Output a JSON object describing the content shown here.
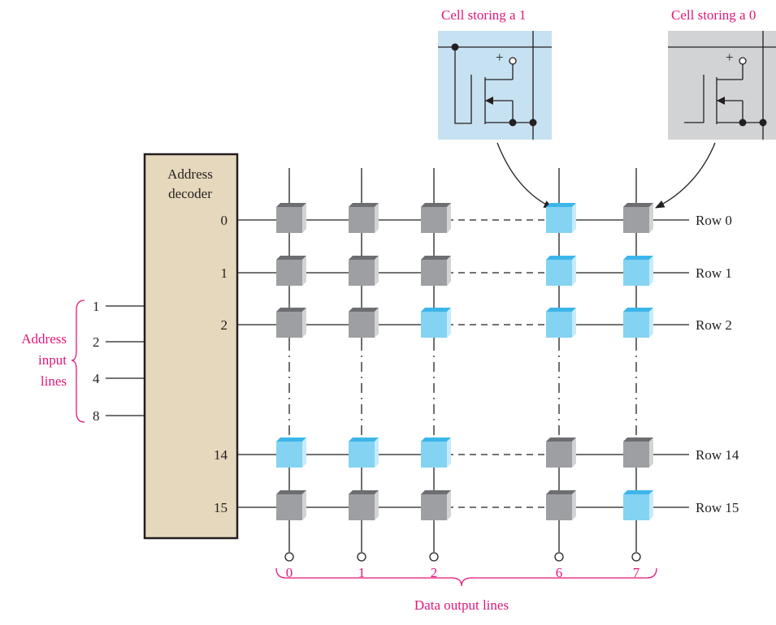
{
  "decoder": {
    "label_line1": "Address",
    "label_line2": "decoder",
    "row_indices": [
      "0",
      "1",
      "2",
      "14",
      "15"
    ]
  },
  "address_inputs": {
    "label_line1": "Address",
    "label_line2": "input",
    "label_line3": "lines",
    "values": [
      "1",
      "2",
      "4",
      "8"
    ]
  },
  "rows": [
    "Row 0",
    "Row 1",
    "Row 2",
    "Row 14",
    "Row 15"
  ],
  "columns": [
    "0",
    "1",
    "2",
    "6",
    "7"
  ],
  "data_output_label": "Data output lines",
  "cell_one_caption": "Cell storing a 1",
  "cell_zero_caption": "Cell storing a 0",
  "cell_pattern": [
    [
      0,
      0,
      0,
      1,
      0
    ],
    [
      0,
      0,
      0,
      1,
      1
    ],
    [
      0,
      0,
      1,
      1,
      1
    ],
    [
      1,
      1,
      1,
      0,
      0
    ],
    [
      0,
      0,
      0,
      0,
      1
    ]
  ],
  "colors": {
    "stored_one": "#84d3f2",
    "stored_zero": "#9d9fa2",
    "decoder_fill": "#e6d8bc",
    "cell_one_bg": "#c6e1f1",
    "cell_zero_bg": "#d1d3d4",
    "label_accent": "#e0187a"
  }
}
